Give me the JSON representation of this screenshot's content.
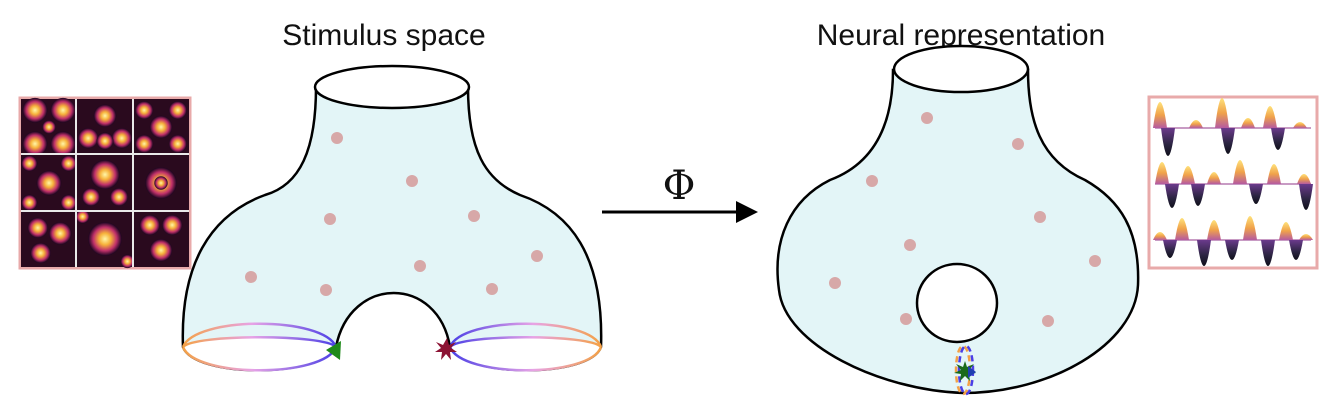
{
  "stimulus": {
    "title": "Stimulus space"
  },
  "mapping": {
    "symbol": "Φ"
  },
  "neural": {
    "title": "Neural representation"
  },
  "colors": {
    "surface_fill": "#e3f5f7",
    "outline": "#000000",
    "dot": "#d7a8a8",
    "panel_border": "#e8aaaa",
    "loop_orange": "#f4a146",
    "loop_pink": "#e7a3e6",
    "loop_blue": "#4b3fe6",
    "marker_green": "#1f8a1a",
    "marker_red": "#8c1233"
  },
  "icons": {
    "stimulus_panel": "stimulus-pattern-grid",
    "response_panel": "neural-response-waveform-grid",
    "arrow": "right-arrow",
    "green_marker": "triangle-marker",
    "red_marker": "star-burst-marker"
  }
}
